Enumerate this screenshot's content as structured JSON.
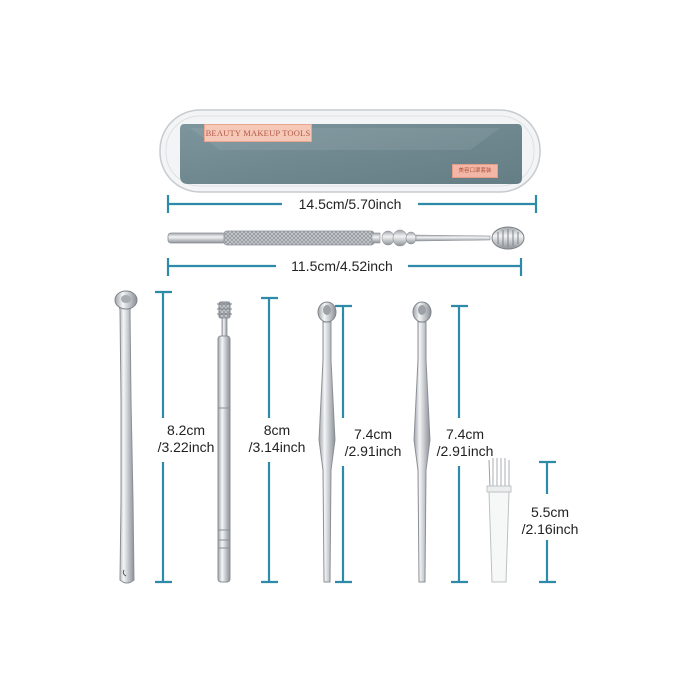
{
  "case": {
    "badge_text": "BEAUTY MAKEUP TOOLS",
    "tag_text": "美容口罩套装"
  },
  "dimensions": {
    "case_length": "14.5cm/5.70inch",
    "tool_length": "11.5cm/4.52inch",
    "tool1": {
      "cm": "8.2cm",
      "inch": "/3.22inch"
    },
    "tool2": {
      "cm": "8cm",
      "inch": "/3.14inch"
    },
    "tool3": {
      "cm": "7.4cm",
      "inch": "/2.91inch"
    },
    "tool4": {
      "cm": "7.4cm",
      "inch": "/2.91inch"
    },
    "brush": {
      "cm": "5.5cm",
      "inch": "/2.16inch"
    }
  },
  "colors": {
    "measure_line": "#2d8aa8",
    "case_fill": "#6f8a92",
    "steel": "#c9ccd0"
  }
}
